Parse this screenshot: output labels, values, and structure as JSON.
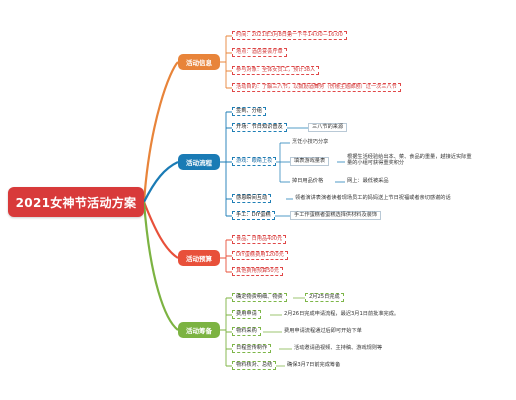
{
  "center": "2021女神节活动方案",
  "branches": [
    {
      "label": "活动信息",
      "color": "#e8843a",
      "leaves": [
        "时间：2021年3月8日第一下午14:00—16:00",
        "地点：酒店宴会厅草",
        "参与对象：全体女员工，预计38人",
        "活动目的：了解三八节，以鼓励酒舞劳（伤徳主题廊剧）过一次三八节"
      ]
    },
    {
      "label": "活动流程",
      "color": "#1a7bb5",
      "leaves": [
        "签到、分组",
        "开场：节日知识普及",
        "三八节的来源",
        "游戏：眼睛上妆",
        "烹饪小技巧分享",
        "填表游戏量表",
        "根据生活经验给出本、菜、食品的重量，越接近实际重量的小组可获得重奖积分",
        "掉日用品价格",
        "网上：最低被采品",
        "感恩瞬间互动",
        "领者演讲表演者读者现场员工的妈妈送上节日祝福或者亲切感谢的话",
        "手工：DIY蛋糕",
        "手工作蛋糕者蛋糕选择供材料及装饰"
      ]
    },
    {
      "label": "活动预算",
      "color": "#e8503a",
      "leaves": [
        "食品、日用品400元",
        "DIY蛋糕费用1200元",
        "其他费用预算50元"
      ]
    },
    {
      "label": "活动筹备",
      "color": "#7cb342",
      "leaves": [
        "确定物资明细、物资",
        "2月25日完成",
        "费用申请",
        "2月26日完成申请流程，最迟3月1日前批准完成。",
        "物料采购",
        "费用申请流程通过后即可开始下单",
        "日程宣传制作",
        "活动邀请函视频、主持稿、游戏规则等",
        "物料核对、总结",
        "确保3月7日前完成筹备"
      ]
    }
  ]
}
